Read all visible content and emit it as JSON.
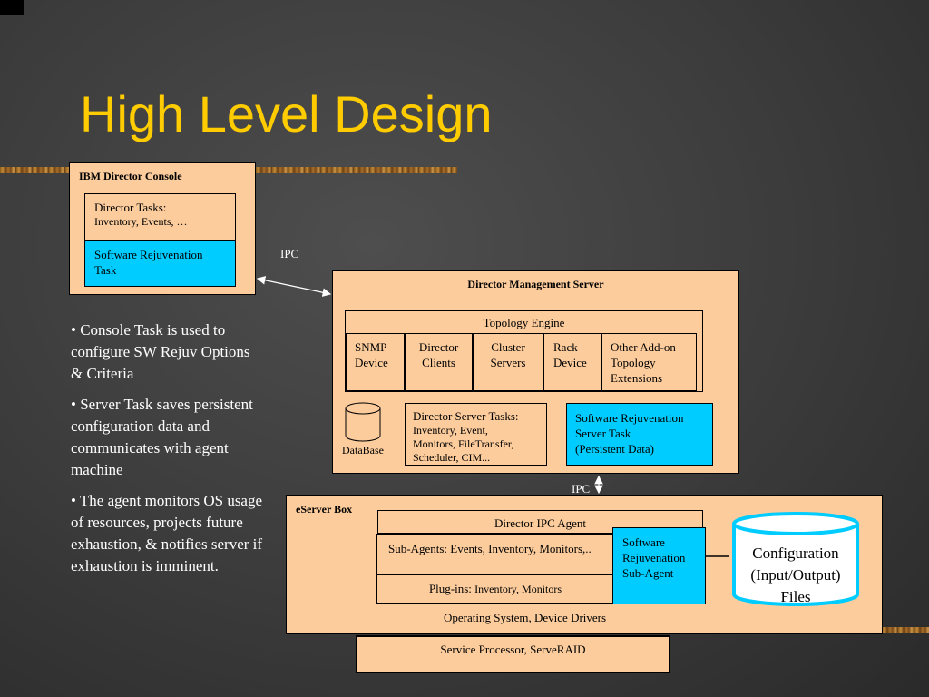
{
  "slide": {
    "title": "High Level Design"
  },
  "console": {
    "title": "IBM Director Console",
    "tasks_title": "Director Tasks:",
    "tasks_detail": "Inventory, Events, …",
    "rejuv_line1": "Software Rejuvenation",
    "rejuv_line2": "Task"
  },
  "ipc_labels": {
    "top": "IPC",
    "bottom": "IPC"
  },
  "server": {
    "title": "Director Management Server",
    "topology_engine": "Topology Engine",
    "cells": [
      {
        "line1": "SNMP",
        "line2": "Device",
        "line3": ""
      },
      {
        "line1": "Director",
        "line2": "Clients",
        "line3": ""
      },
      {
        "line1": "Cluster",
        "line2": "Servers",
        "line3": ""
      },
      {
        "line1": "Rack",
        "line2": "Device",
        "line3": ""
      },
      {
        "line1": "Other Add-on",
        "line2": "Topology",
        "line3": "Extensions"
      }
    ],
    "database_label": "DataBase",
    "server_tasks_title": "Director Server Tasks:",
    "server_tasks_line1": "Inventory, Event,",
    "server_tasks_line2": "Monitors, FileTransfer,",
    "server_tasks_line3": "Scheduler, CIM...",
    "rejuv_line1": "Software Rejuvenation",
    "rejuv_line2": "Server Task",
    "rejuv_line3": "(Persistent Data)"
  },
  "eserver": {
    "title": "eServer Box",
    "ipc_agent": "Director IPC Agent",
    "subagents": "Sub-Agents: Events, Inventory, Monitors,..",
    "plugins_label": "Plug-ins: ",
    "plugins_detail": "Inventory, Monitors",
    "rejuv_line1": "Software",
    "rejuv_line2": "Rejuvenation",
    "rejuv_line3": "Sub-Agent",
    "os_drivers": "Operating System, Device Drivers"
  },
  "service_processor": "Service Processor, ServeRAID",
  "config_files": {
    "line1": "Configuration",
    "line2": "(Input/Output)",
    "line3": "Files"
  },
  "bullets": [
    {
      "marker": "•",
      "text": " Console Task is used to configure SW Rejuv Options & Criteria"
    },
    {
      "marker": "•",
      "text": " Server Task saves persistent configuration data and communicates with agent machine"
    },
    {
      "marker": "•",
      "text": " The agent monitors OS usage of  resources, projects future exhaustion, & notifies server if exhaustion is imminent."
    }
  ],
  "colors": {
    "title": "#ffcc00",
    "box_fill": "#fccc9c",
    "highlight": "#00ccff",
    "cylinder_outline": "#00ccff",
    "background": "#3f3f3f"
  }
}
